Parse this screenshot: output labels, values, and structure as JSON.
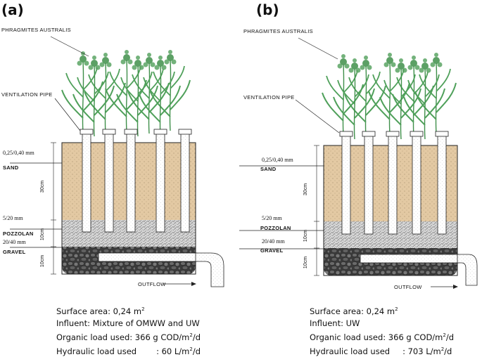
{
  "panels": [
    {
      "letter": "(a)",
      "plant_label": "PHRAGMITES AUSTRALIS",
      "pipe_label": "VENTILATION PIPE",
      "sand_size": "0,25/0,40 mm",
      "sand_label": "SAND",
      "pozzolan_size": "5/20 mm",
      "pozzolan_label": "POZZOLAN",
      "gravel_size": "20/40 mm",
      "gravel_label": "GRAVEL",
      "depth_sand": "30cm",
      "depth_pozzolan": "10cm",
      "depth_gravel": "10cm",
      "outflow_label": "OUTFLOW",
      "surface_area": "Surface area: 0,24 m",
      "surface_sup": "2",
      "influent": "Influent: Mixture of OMWW and UW",
      "organic_load": "Organic load used: 366 g COD/m",
      "organic_unit": "/d",
      "hydraulic_prefix": "Hydraulic load used",
      "hydraulic_value": ": 60 L/m",
      "hydraulic_unit": "/d",
      "unit_sup": "2"
    },
    {
      "letter": "(b)",
      "plant_label": "PHRAGMITES AUSTRALIS",
      "pipe_label": "VENTILATION PIPE",
      "sand_size": "0,25/0,40 mm",
      "sand_label": "SAND",
      "pozzolan_size": "5/20 mm",
      "pozzolan_label": "POZZOLAN",
      "gravel_size": "20/40 mm",
      "gravel_label": "GRAVEL",
      "depth_sand": "30cm",
      "depth_pozzolan": "10cm",
      "depth_gravel": "10cm",
      "outflow_label": "OUTFLOW",
      "surface_area": "Surface area: 0,24 m",
      "surface_sup": "2",
      "influent": "Influent: UW",
      "organic_load": "Organic load used: 366 g COD/m",
      "organic_unit": "/d",
      "hydraulic_prefix": "Hydraulic load used",
      "hydraulic_value": ": 703 L/m",
      "hydraulic_unit": "/d",
      "unit_sup": "2"
    }
  ],
  "colors": {
    "sand": "#e3c9a3",
    "pozzolan": "#d6d6d6",
    "gravel": "#5a5a5a",
    "plant": "#3f8f4a"
  }
}
